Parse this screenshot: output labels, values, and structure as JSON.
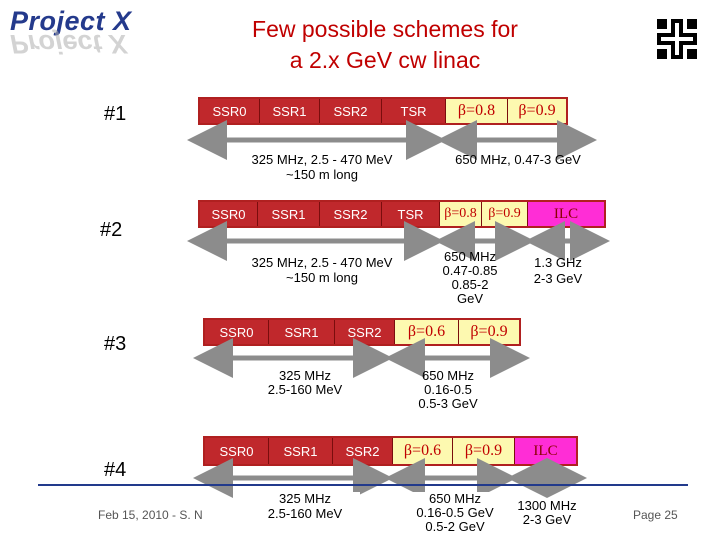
{
  "logo": {
    "text": "Project X"
  },
  "title": {
    "line1": "Few possible schemes for",
    "line2": "a 2.x GeV cw linac"
  },
  "colors": {
    "title": "#c00000",
    "ssr": "#c0282c",
    "beta": "#fdf9b0",
    "ilc": "#ff2dd6",
    "arrow": "#8c8c8c",
    "footer_line": "#223a8c"
  },
  "schemes": [
    {
      "label": "#1",
      "segments": [
        "SSR0",
        "SSR1",
        "SSR2",
        "TSR",
        "β=0.8",
        "β=0.9"
      ],
      "annotations": [
        "325 MHz, 2.5 - 470 MeV",
        "~150 m long",
        "650 MHz, 0.47-3 GeV"
      ]
    },
    {
      "label": "#2",
      "segments": [
        "SSR0",
        "SSR1",
        "SSR2",
        "TSR",
        "β=0.8",
        "β=0.9",
        "ILC"
      ],
      "annotations": [
        "325 MHz, 2.5 - 470 MeV",
        "~150 m long",
        "650 MHz",
        "0.47-0.85",
        "0.85-2",
        "GeV",
        "1.3 GHz",
        "2-3 GeV"
      ]
    },
    {
      "label": "#3",
      "segments": [
        "SSR0",
        "SSR1",
        "SSR2",
        "β=0.6",
        "β=0.9"
      ],
      "annotations": [
        "325 MHz",
        "2.5-160 MeV",
        "650 MHz",
        "0.16-0.5",
        "0.5-3 GeV"
      ]
    },
    {
      "label": "#4",
      "segments": [
        "SSR0",
        "SSR1",
        "SSR2",
        "β=0.6",
        "β=0.9",
        "ILC"
      ],
      "annotations": [
        "325 MHz",
        "2.5-160 MeV",
        "650 MHz",
        "0.16-0.5 GeV",
        "0.5-2 GeV",
        "1300 MHz",
        "2-3 GeV"
      ]
    }
  ],
  "footer": {
    "left": "Feb 15, 2010 - S. N",
    "right": "Page 25"
  }
}
